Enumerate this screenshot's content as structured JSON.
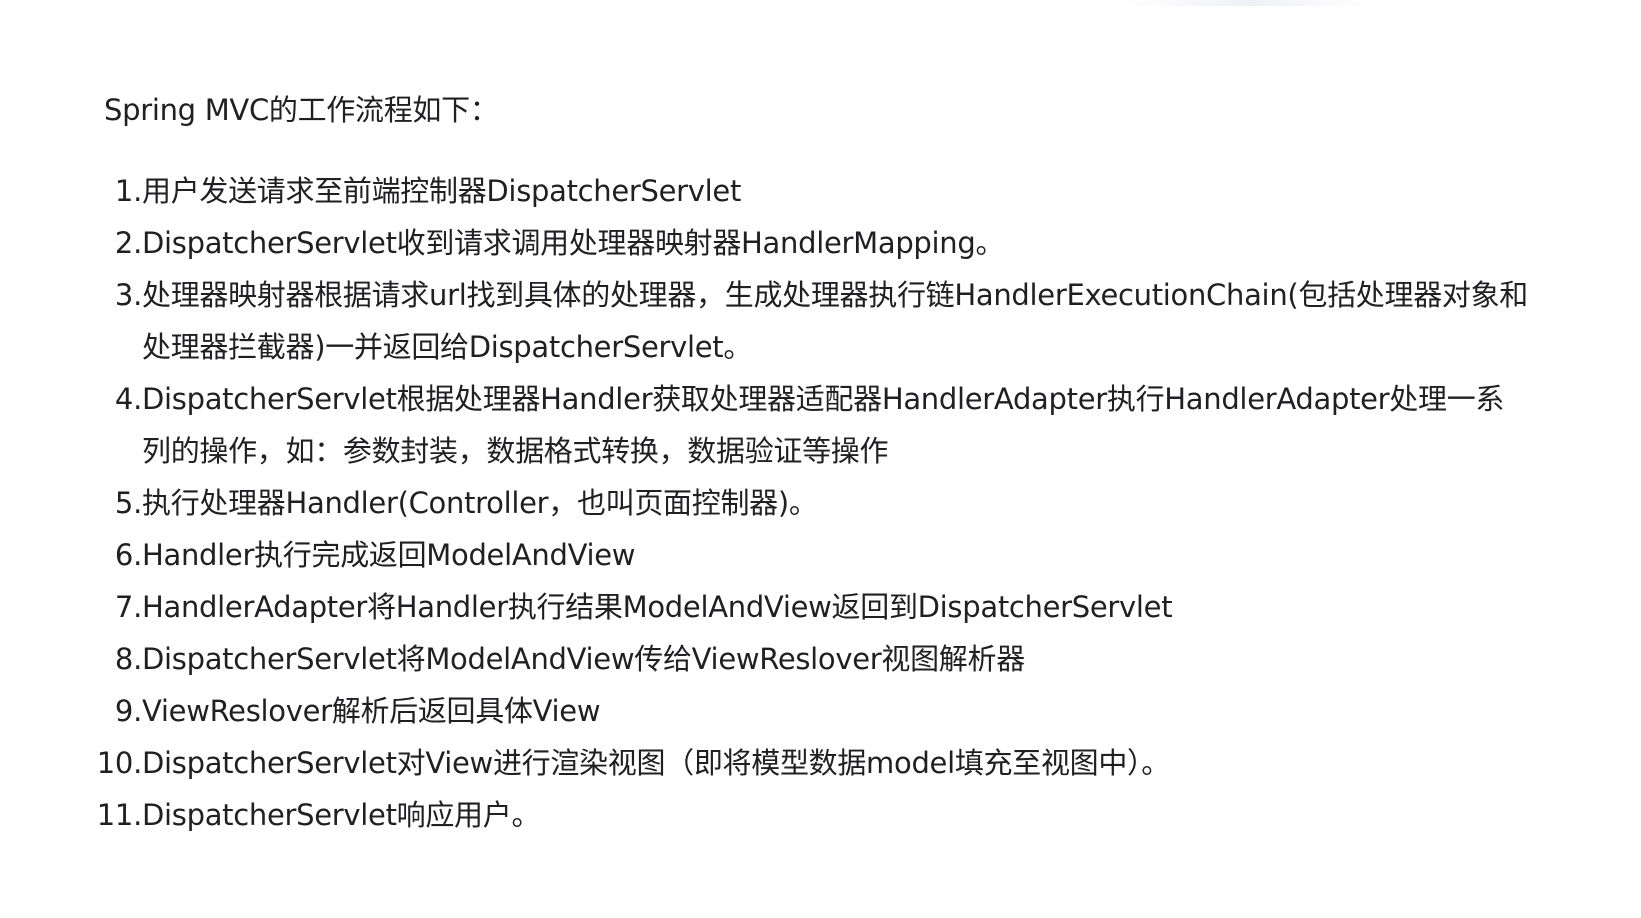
{
  "intro": "Spring MVC的工作流程如下：",
  "steps": [
    {
      "number": "1.",
      "text": "用户发送请求至前端控制器DispatcherServlet"
    },
    {
      "number": "2.",
      "text": "DispatcherServlet收到请求调用处理器映射器HandlerMapping。"
    },
    {
      "number": "3.",
      "text": "处理器映射器根据请求url找到具体的处理器，生成处理器执行链HandlerExecutionChain(包括处理器对象和处理器拦截器)一并返回给DispatcherServlet。"
    },
    {
      "number": "4.",
      "text": "DispatcherServlet根据处理器Handler获取处理器适配器HandlerAdapter执行HandlerAdapter处理一系列的操作，如：参数封装，数据格式转换，数据验证等操作"
    },
    {
      "number": "5.",
      "text": "执行处理器Handler(Controller，也叫页面控制器)。"
    },
    {
      "number": "6.",
      "text": "Handler执行完成返回ModelAndView"
    },
    {
      "number": "7.",
      "text": "HandlerAdapter将Handler执行结果ModelAndView返回到DispatcherServlet"
    },
    {
      "number": "8.",
      "text": "DispatcherServlet将ModelAndView传给ViewReslover视图解析器"
    },
    {
      "number": "9.",
      "text": "ViewReslover解析后返回具体View"
    },
    {
      "number": "10.",
      "text": "DispatcherServlet对View进行渲染视图（即将模型数据model填充至视图中）。"
    },
    {
      "number": "11.",
      "text": "DispatcherServlet响应用户。"
    }
  ]
}
